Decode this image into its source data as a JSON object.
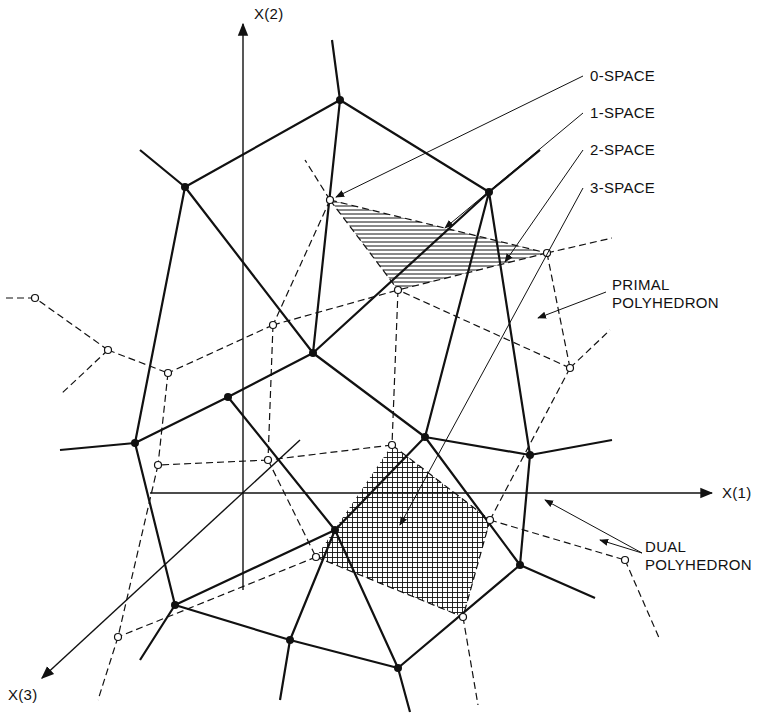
{
  "diagram": {
    "labels": [
      "X(2)",
      "0-SPACE",
      "1-SPACE",
      "2-SPACE",
      "3-SPACE",
      "PRIMAL POLYHEDRON",
      "X(1)",
      "DUAL POLYHEDRON",
      "X(3)"
    ]
  }
}
